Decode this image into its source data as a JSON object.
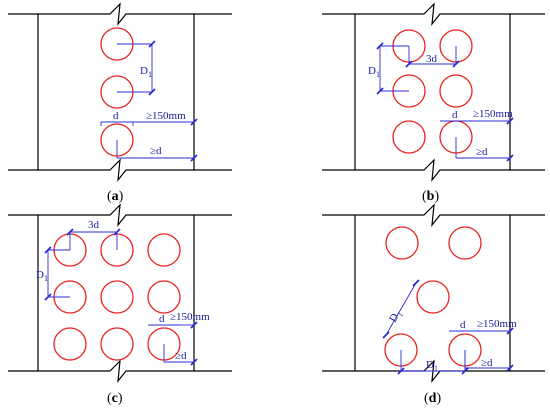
{
  "panels": [
    {
      "caption_letter": "a",
      "labels": {
        "D": "D",
        "D_sub": "1",
        "d": "d",
        "ge150": "≥150mm",
        "ged": "≥d"
      }
    },
    {
      "caption_letter": "b",
      "labels": {
        "D": "D",
        "D_sub": "1",
        "three_d": "3d",
        "d": "d",
        "ge150": "≥150mm",
        "ged": "≥d"
      }
    },
    {
      "caption_letter": "c",
      "labels": {
        "D": "D",
        "D_sub": "1",
        "three_d": "3d",
        "d": "d",
        "ge150": "≥150mm",
        "ged": "≥d"
      }
    },
    {
      "caption_letter": "d",
      "labels": {
        "D": "D",
        "D_sub": "1",
        "D2": "D",
        "D2_sub": "1",
        "d": "d",
        "ge150": "≥150mm",
        "ged": "≥d"
      }
    }
  ],
  "colors": {
    "pile": "#e8231f",
    "dimension": "#2b2bd6",
    "wall": "#000000"
  }
}
